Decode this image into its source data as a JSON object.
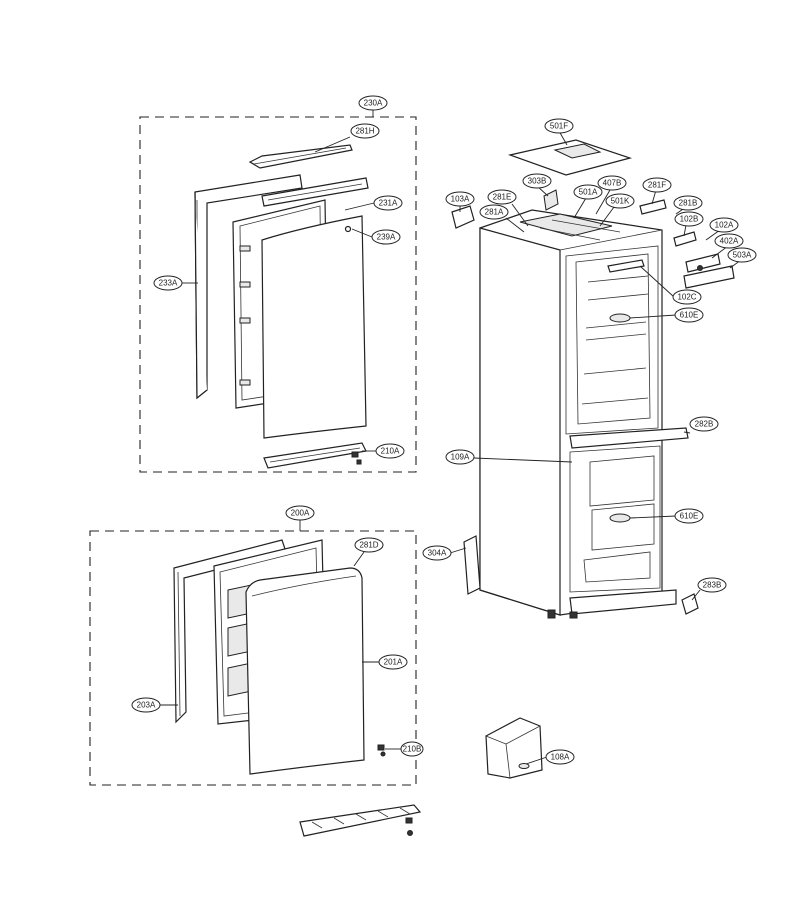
{
  "callouts": [
    {
      "id": "c230A",
      "label": "230A"
    },
    {
      "id": "c281H",
      "label": "281H"
    },
    {
      "id": "c231A",
      "label": "231A"
    },
    {
      "id": "c239A",
      "label": "239A"
    },
    {
      "id": "c233A",
      "label": "233A"
    },
    {
      "id": "c210A",
      "label": "210A"
    },
    {
      "id": "c200A",
      "label": "200A"
    },
    {
      "id": "c281D",
      "label": "281D"
    },
    {
      "id": "c201A",
      "label": "201A"
    },
    {
      "id": "c203A",
      "label": "203A"
    },
    {
      "id": "c210B",
      "label": "210B"
    },
    {
      "id": "c501F",
      "label": "501F"
    },
    {
      "id": "c103A",
      "label": "103A"
    },
    {
      "id": "c303B",
      "label": "303B"
    },
    {
      "id": "c281E",
      "label": "281E"
    },
    {
      "id": "c281A",
      "label": "281A"
    },
    {
      "id": "c501A",
      "label": "501A"
    },
    {
      "id": "c407B",
      "label": "407B"
    },
    {
      "id": "c501K",
      "label": "501K"
    },
    {
      "id": "c281F",
      "label": "281F"
    },
    {
      "id": "c281B",
      "label": "281B"
    },
    {
      "id": "c102B",
      "label": "102B"
    },
    {
      "id": "c102A",
      "label": "102A"
    },
    {
      "id": "c402A",
      "label": "402A"
    },
    {
      "id": "c503A",
      "label": "503A"
    },
    {
      "id": "c102C",
      "label": "102C"
    },
    {
      "id": "c610E1",
      "label": "610E"
    },
    {
      "id": "c282B",
      "label": "282B"
    },
    {
      "id": "c109A",
      "label": "109A"
    },
    {
      "id": "c610E2",
      "label": "610E"
    },
    {
      "id": "c304A",
      "label": "304A"
    },
    {
      "id": "c283B",
      "label": "283B"
    },
    {
      "id": "c108A",
      "label": "108A"
    }
  ]
}
